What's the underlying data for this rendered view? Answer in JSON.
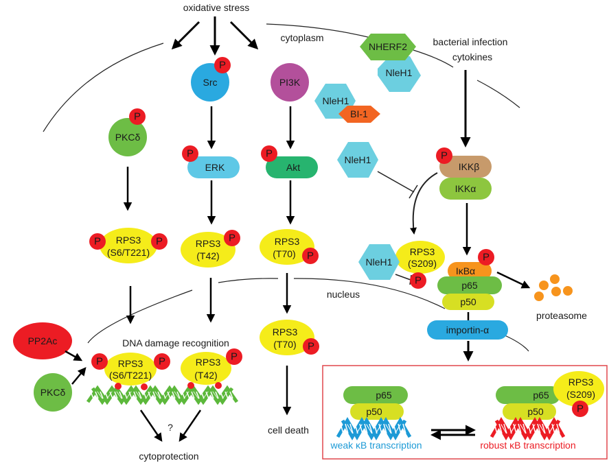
{
  "title": "RPS3 signaling pathways",
  "colors": {
    "phospho": "#ec1c24",
    "rps3": "#f5ec1a",
    "src": "#2aa9e0",
    "pi3k": "#b3509b",
    "pkc": "#6dbd45",
    "erk": "#5ec8e6",
    "akt": "#27b46f",
    "nleh1": "#6ccfe0",
    "nherf2": "#6dbd45",
    "bi1": "#f26522",
    "ikkb": "#c79a6b",
    "ikka": "#8dc63f",
    "ikba": "#f7941d",
    "p65": "#6dbd45",
    "p50": "#d7df23",
    "importin": "#2aa9e0",
    "pp2ac": "#ec1c24",
    "proteasome": "#f7941d",
    "dna_green": "#5cb83b",
    "dna_blue": "#1c9ad6",
    "dna_red": "#ec1c24",
    "weak_text": "#1c9ad6",
    "robust_text": "#ec1c24",
    "box_border": "#e0474c"
  },
  "labels": {
    "oxidative_stress": "oxidative stress",
    "cytoplasm": "cytoplasm",
    "bacterial_infection": "bacterial infection",
    "cytokines": "cytokines",
    "nucleus": "nucleus",
    "proteasome": "proteasome",
    "dna_damage": "DNA damage recognition",
    "cell_death": "cell death",
    "cytoprotection": "cytoprotection",
    "question": "?",
    "weak": "weak κB transcription",
    "robust": "robust κB transcription",
    "phospho": "P"
  },
  "nodes": {
    "src": "Src",
    "pi3k": "PI3K",
    "pkc_top": "PKCδ",
    "erk": "ERK",
    "akt": "Akt",
    "nherf2": "NHERF2",
    "nleh1_a": "NleH1",
    "nleh1_b": "NleH1",
    "bi1": "BI-1",
    "nleh1_c": "NleH1",
    "nleh1_d": "NleH1",
    "ikkb": "IKKβ",
    "ikka": "IKKα",
    "ikba": "IκBα",
    "p65": "p65",
    "p50": "p50",
    "importin": "importin-α",
    "pp2ac": "PP2Ac",
    "pkc_bottom": "PKCδ",
    "box_p65_left": "p65",
    "box_p50_left": "p50",
    "box_p65_right": "p65",
    "box_p50_right": "p50"
  },
  "rps3": {
    "name": "RPS3",
    "s6t221": "(S6/T221)",
    "t42": "(T42)",
    "t70": "(T70)",
    "s209": "(S209)"
  }
}
